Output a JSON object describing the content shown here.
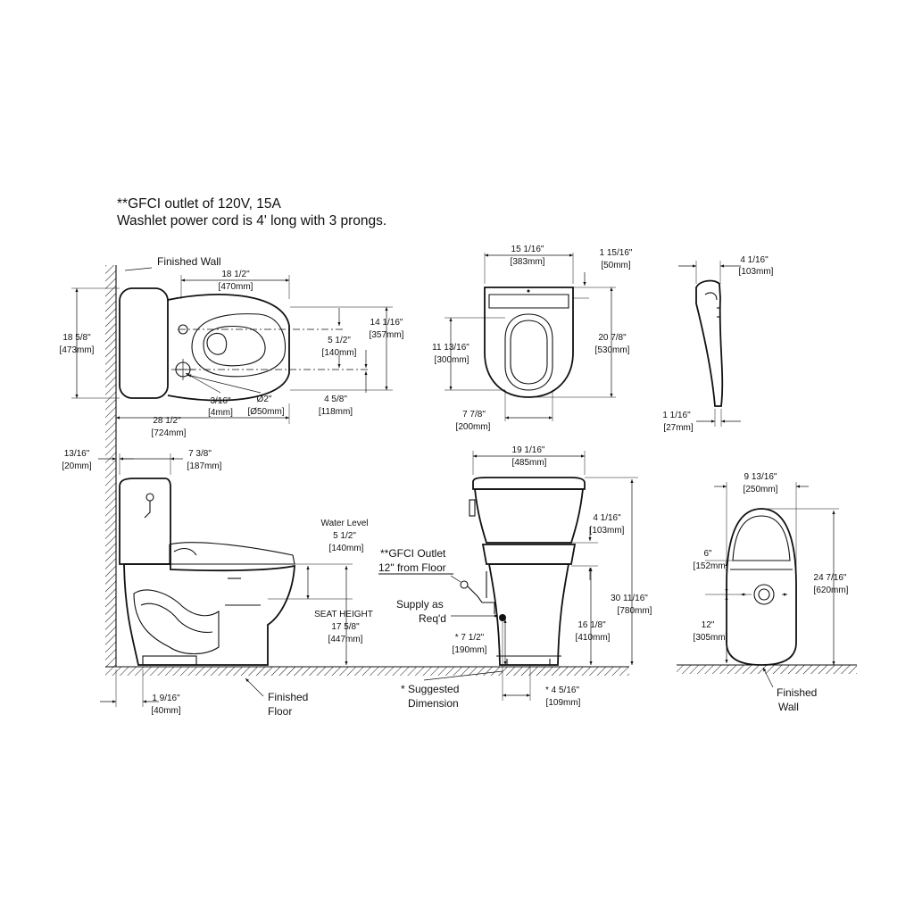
{
  "notes": {
    "line1": "**GFCI outlet of 120V, 15A",
    "line2": "Washlet power cord is 4' long with 3 prongs."
  },
  "top_view": {
    "finished_wall": "Finished Wall",
    "width_in": "18 1/2\"",
    "width_mm": "[470mm]",
    "depth_in": "14 1/16\"",
    "depth_mm": "[357mm]",
    "tank_in": "18 5/8\"",
    "tank_mm": "[473mm]",
    "c1_in": "5 1/2\"",
    "c1_mm": "[140mm]",
    "c2_in": "4 5/8\"",
    "c2_mm": "[118mm]",
    "off_in": "3/16\"",
    "off_mm": "[4mm]",
    "hole_in": "Ø2\"",
    "hole_mm": "[Ø50mm]",
    "len_in": "28 1/2\"",
    "len_mm": "[724mm]"
  },
  "seat_top": {
    "w_in": "15 1/16\"",
    "w_mm": "[383mm]",
    "h_in": "1 15/16\"",
    "h_mm": "[50mm]",
    "len_in": "20 7/8\"",
    "len_mm": "[530mm]",
    "open_in": "11 13/16\"",
    "open_mm": "[300mm]",
    "bot_in": "7 7/8\"",
    "bot_mm": "[200mm]"
  },
  "seat_side": {
    "top_in": "4 1/16\"",
    "top_mm": "[103mm]",
    "bot_in": "1 1/16\"",
    "bot_mm": "[27mm]"
  },
  "side_view": {
    "off_in": "13/16\"",
    "off_mm": "[20mm]",
    "tank_in": "7 3/8\"",
    "tank_mm": "[187mm]",
    "water_level": "Water Level",
    "water_in": "5 1/2\"",
    "water_mm": "[140mm]",
    "seat_height": "SEAT HEIGHT",
    "seat_in": "17 5/8\"",
    "seat_mm": "[447mm]",
    "rough_in": "1 9/16\"",
    "rough_mm": "[40mm]",
    "finished_floor_1": "Finished",
    "finished_floor_2": "Floor"
  },
  "front_view": {
    "w_in": "19 1/16\"",
    "w_mm": "[485mm]",
    "tank_in": "4 1/16\"",
    "tank_mm": "[103mm]",
    "gfci_1": "**GFCI Outlet",
    "gfci_2": "12\" from Floor",
    "supply_1": "Supply as",
    "supply_2": "Req'd",
    "h_in": "30 11/16\"",
    "h_mm": "[780mm]",
    "bowl_in": "16 1/8\"",
    "bowl_mm": "[410mm]",
    "sup_h_in": "* 7 1/2\"",
    "sup_h_mm": "[190mm]",
    "sup_w_in": "* 4 5/16\"",
    "sup_w_mm": "[109mm]",
    "suggested_1": "* Suggested",
    "suggested_2": "Dimension"
  },
  "back_view": {
    "w_in": "9 13/16\"",
    "w_mm": "[250mm]",
    "six_in": "6\"",
    "six_mm": "[152mm]",
    "h_in": "24 7/16\"",
    "h_mm": "[620mm]",
    "twelve_in": "12\"",
    "twelve_mm": "[305mm]",
    "finished_wall_1": "Finished",
    "finished_wall_2": "Wall"
  }
}
